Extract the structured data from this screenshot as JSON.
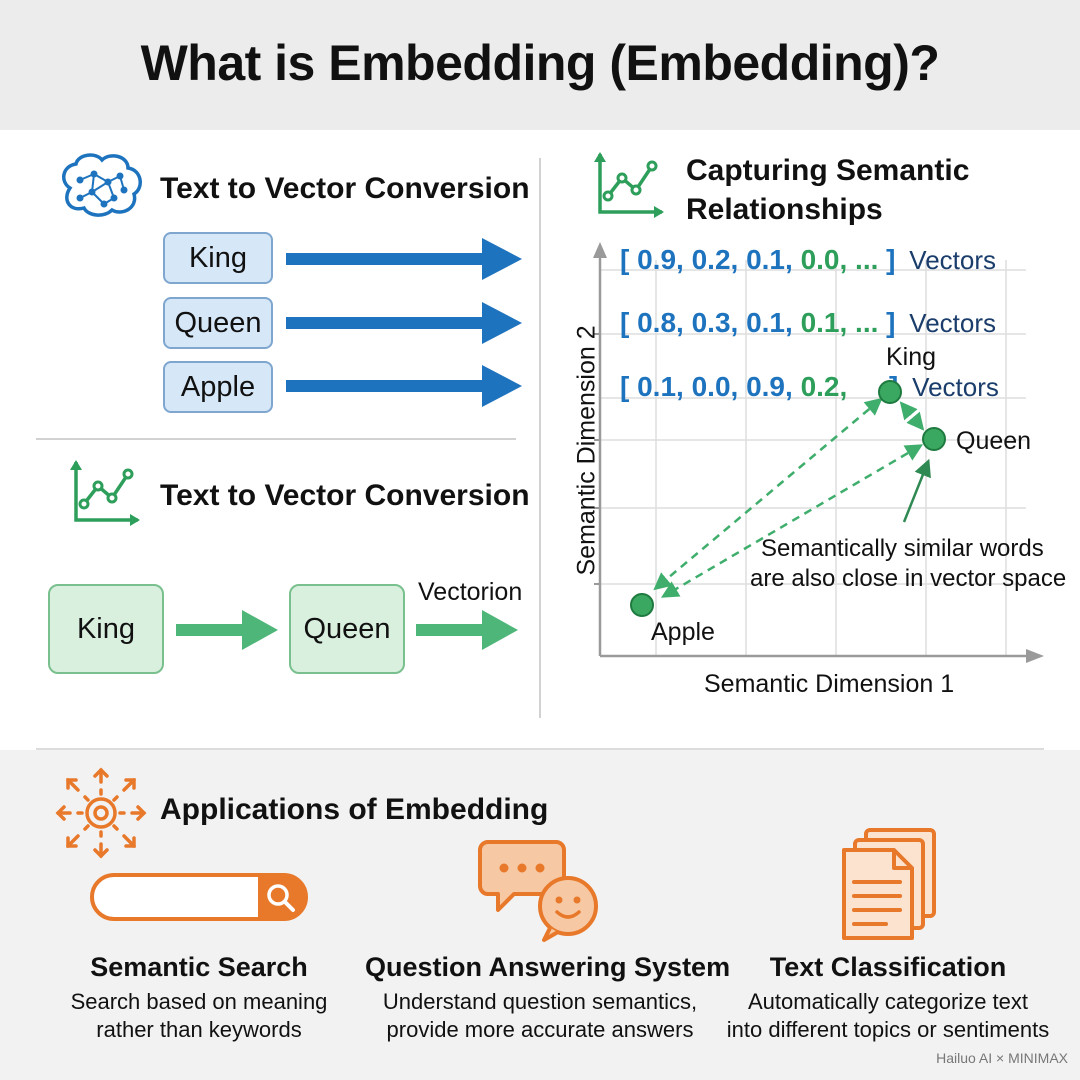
{
  "title": "What is Embedding (Embedding)?",
  "left_top": {
    "heading": "Text to Vector Conversion",
    "icon": "brain-network-icon",
    "words": [
      "King",
      "Queen",
      "Apple"
    ]
  },
  "left_bottom": {
    "heading": "Text to Vector Conversion",
    "icon": "line-chart-icon",
    "box1": "King",
    "box2": "Queen",
    "arrow_label": "Vectorion"
  },
  "right": {
    "heading_line1": "Capturing Semantic",
    "heading_line2": "Relationships",
    "icon": "line-chart-icon",
    "vectors": [
      {
        "blue": "[ 0.9, 0.2, 0.1,",
        "green": "0.0, ...",
        "close": "]",
        "label": "Vectors"
      },
      {
        "blue": "[ 0.8, 0.3, 0.1,",
        "green": "0.1, ...",
        "close": "]",
        "label": "Vectors"
      },
      {
        "blue": "[ 0.1, 0.0, 0.9,",
        "green": "0.2,",
        "close": "]",
        "label": "Vectors"
      }
    ],
    "x_axis": "Semantic Dimension 1",
    "y_axis": "Semantic Dimension 2",
    "points": [
      {
        "label": "King"
      },
      {
        "label": "Queen"
      },
      {
        "label": "Apple"
      }
    ],
    "note_line1": "Semantically similar words",
    "note_line2": "are also close in vector space"
  },
  "applications": {
    "heading": "Applications of Embedding",
    "icon": "gear-expand-icon",
    "items": [
      {
        "icon": "search-bar-icon",
        "title": "Semantic Search",
        "desc1": "Search based on meaning",
        "desc2": "rather than keywords"
      },
      {
        "icon": "chat-bubbles-icon",
        "title": "Question Answering System",
        "desc1": "Understand question semantics,",
        "desc2": "provide more accurate answers"
      },
      {
        "icon": "documents-icon",
        "title": "Text Classification",
        "desc1": "Automatically categorize text",
        "desc2": "into different topics or sentiments"
      }
    ]
  },
  "watermark": "Hailuo AI × MINIMAX",
  "colors": {
    "blue": "#1e73be",
    "green": "#2e9e5b",
    "orange": "#e8782a"
  }
}
